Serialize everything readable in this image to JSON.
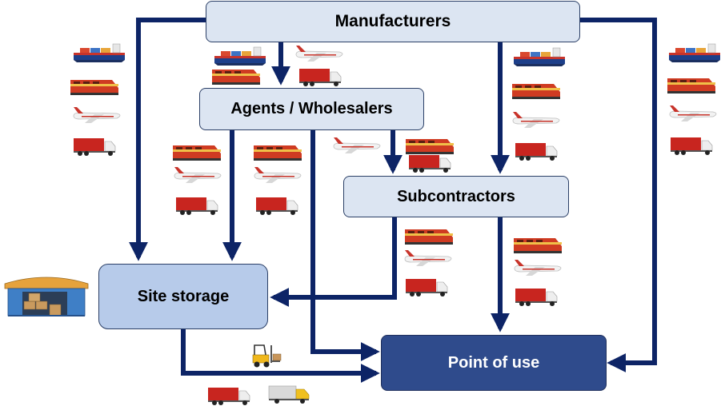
{
  "nodes": {
    "manufacturers": "Manufacturers",
    "agents": "Agents / Wholesalers",
    "subcontractors": "Subcontractors",
    "site_storage": "Site storage",
    "point_of_use": "Point of use"
  },
  "icons": [
    "ship-icon",
    "train-icon",
    "plane-icon",
    "truck-icon",
    "warehouse-icon",
    "forklift-icon",
    "delivery-van-icon"
  ],
  "colors": {
    "arrow": "#0d2466",
    "box_light": "#dce5f2",
    "box_storage": "#b7cbea",
    "box_point_of_use": "#2f4b8c"
  }
}
